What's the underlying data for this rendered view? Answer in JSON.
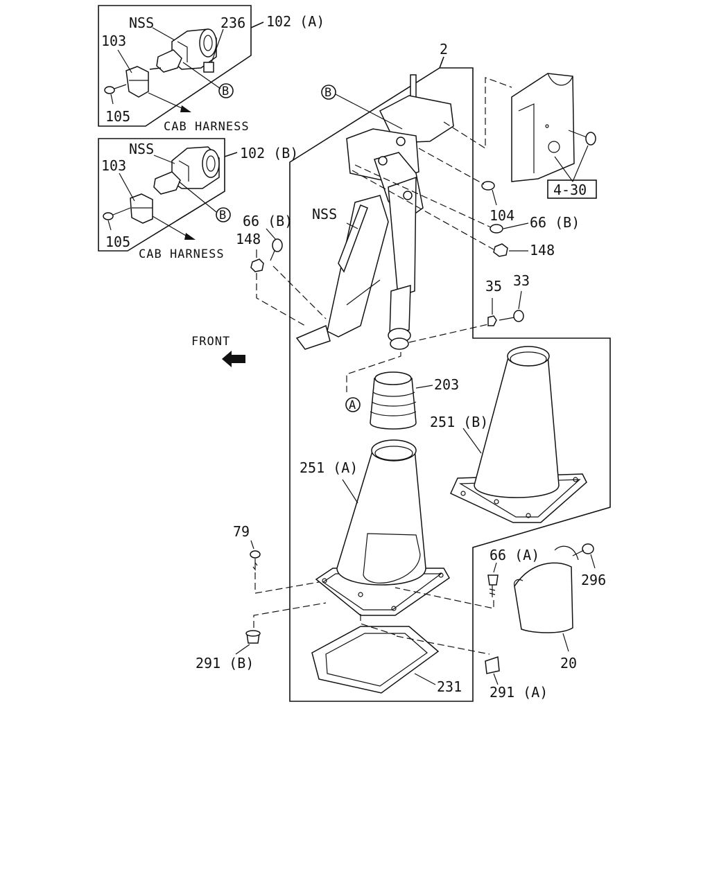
{
  "labels": {
    "nss_inset_a": "NSS",
    "n236": "236",
    "n102a": "102 (A)",
    "n103_a": "103",
    "n105_a": "105",
    "cab_harness_a": "CAB HARNESS",
    "nss_inset_b": "NSS",
    "n102b": "102 (B)",
    "n103_b": "103",
    "n105_b": "105",
    "cab_harness_b": "CAB HARNESS",
    "n2": "2",
    "n66b_left": "66 (B)",
    "n148_left": "148",
    "nss_main": "NSS",
    "n104": "104",
    "n66b_right": "66 (B)",
    "n148_right": "148",
    "n35": "35",
    "n33": "33",
    "n4_30": "4-30",
    "front": "FRONT",
    "n203": "203",
    "n251b": "251 (B)",
    "n251a": "251 (A)",
    "n79": "79",
    "n66a": "66 (A)",
    "n296": "296",
    "n291b": "291 (B)",
    "n20": "20",
    "n231": "231",
    "n291a": "291 (A)"
  },
  "markers": {
    "b_inset_a": "B",
    "b_inset_b": "B",
    "b_main": "B",
    "a_bottom": "A"
  }
}
